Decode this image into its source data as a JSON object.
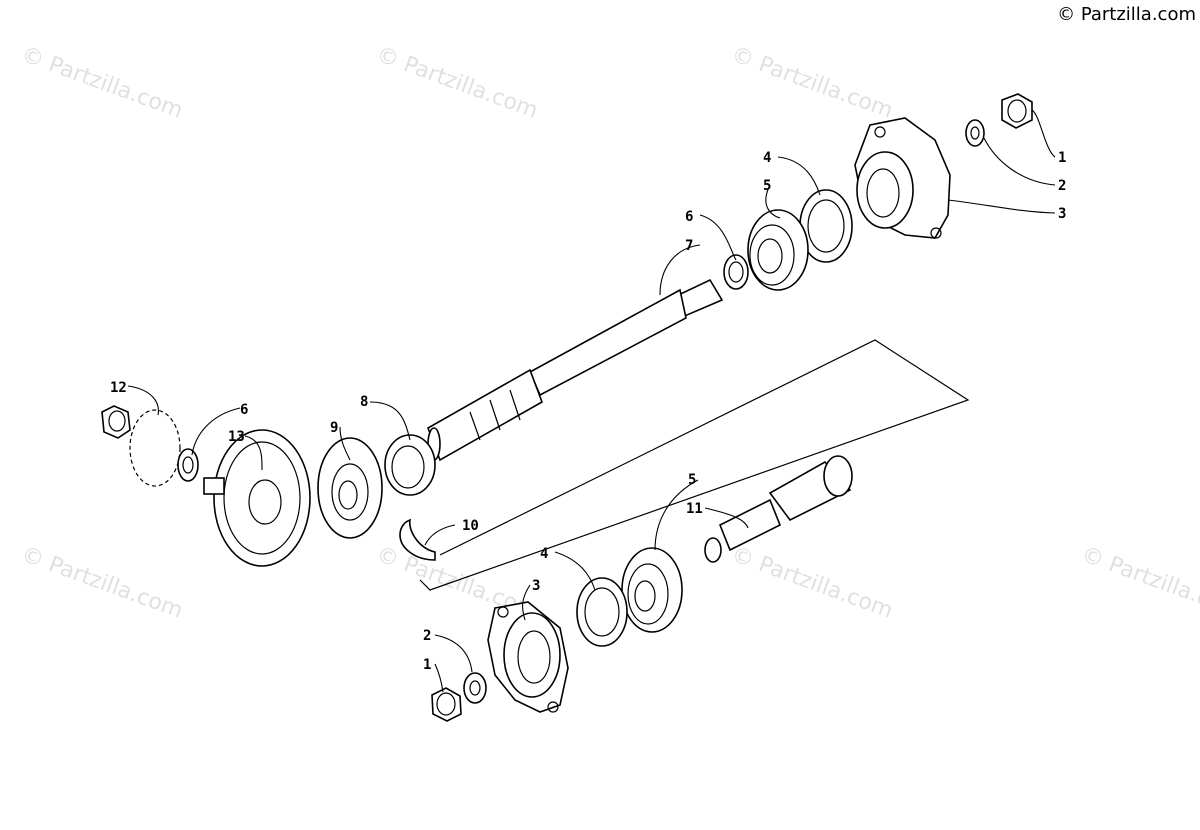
{
  "copyright_text": "© Partzilla.com",
  "watermark_text": "© Partzilla.com",
  "callouts": {
    "upper": {
      "c1": "1",
      "c2": "2",
      "c3": "3",
      "c4": "4",
      "c5": "5",
      "c6": "6",
      "c7": "7",
      "c8": "8",
      "c9": "9",
      "c10": "10",
      "c12": "12",
      "c13": "13",
      "c6b": "6"
    },
    "lower": {
      "c1": "1",
      "c2": "2",
      "c3": "3",
      "c4": "4",
      "c5": "5",
      "c11": "11"
    }
  },
  "colors": {
    "line": "#000000",
    "background": "#ffffff",
    "watermark": "#c8c8c8"
  }
}
